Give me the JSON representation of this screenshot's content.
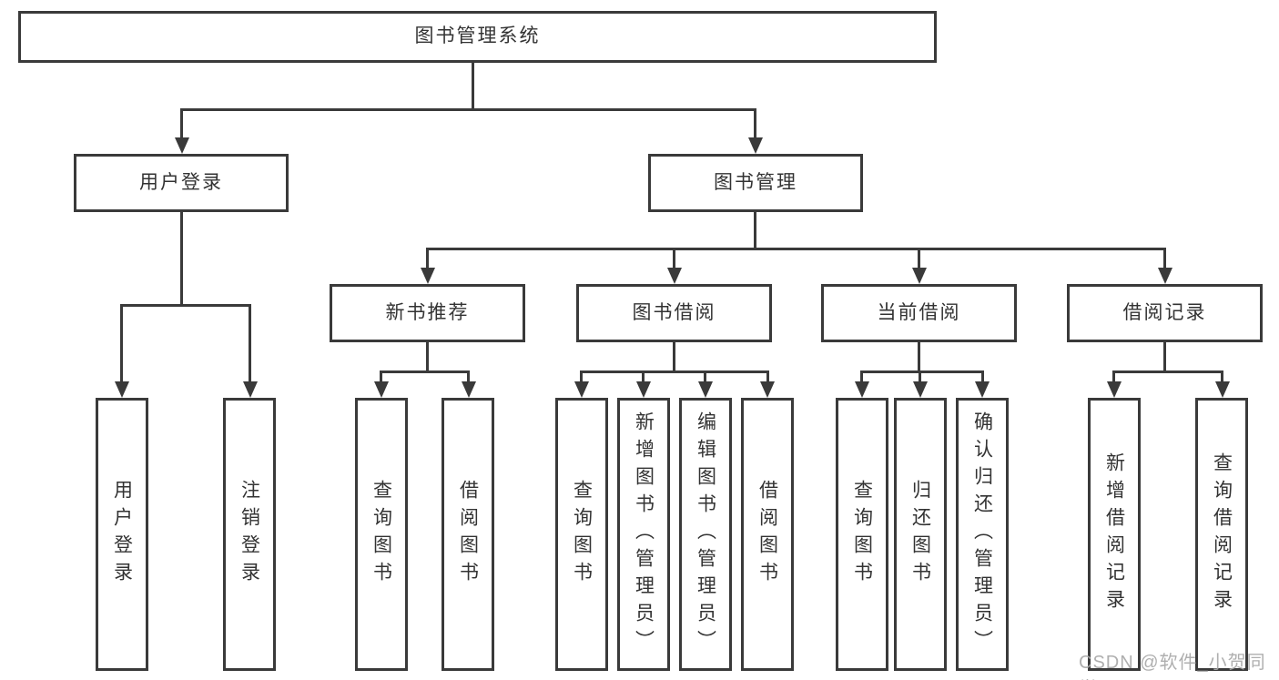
{
  "nodes": {
    "root": "图书管理系统",
    "level2": [
      "用户登录",
      "图书管理"
    ],
    "level3": [
      "新书推荐",
      "图书借阅",
      "当前借阅",
      "借阅记录"
    ],
    "leaves": [
      "用户登录",
      "注销登录",
      "查询图书",
      "借阅图书",
      "查询图书",
      "新增图书（管理员）",
      "编辑图书（管理员）",
      "借阅图书",
      "查询图书",
      "归还图书",
      "确认归还（管理员）",
      "新增借阅记录",
      "查询借阅记录"
    ]
  },
  "watermark": {
    "text": "CSDN @软件_小贺同学"
  },
  "colors": {
    "line": "#3a3a3a",
    "text": "#333333",
    "background": "#ffffff",
    "watermark": "#a8a8a8"
  }
}
